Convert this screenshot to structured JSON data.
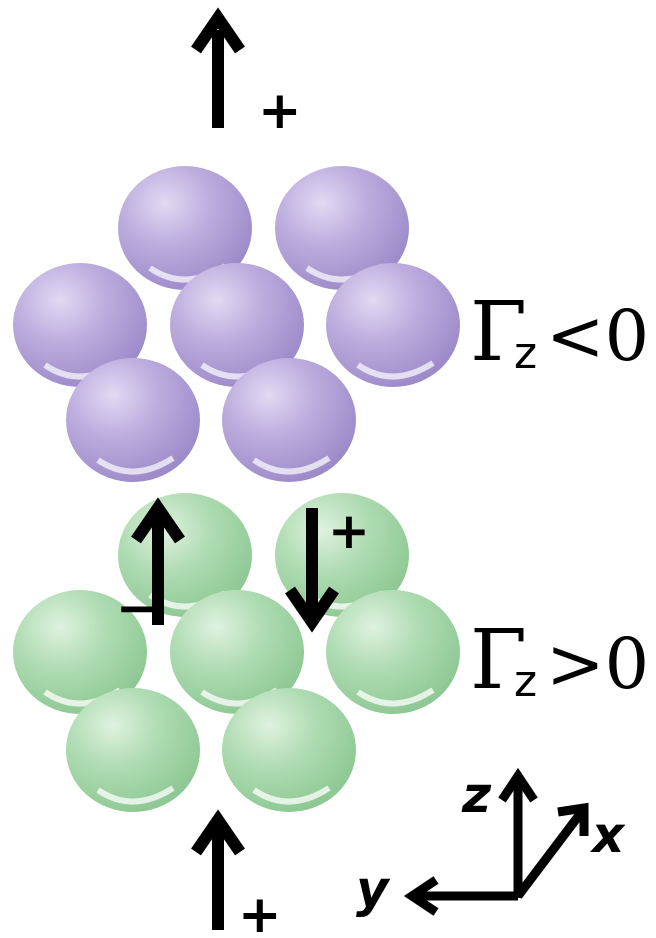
{
  "layers": {
    "top": {
      "label_gamma": "Γ",
      "label_sub": "z",
      "label_cond": "<0",
      "arrow_sign": "+",
      "color_main": "#b6a5d9",
      "color_dark": "#9886c4"
    },
    "bottom": {
      "label_gamma": "Γ",
      "label_sub": "z",
      "label_cond": ">0",
      "arrow_sign": "+",
      "up_arrow_sign": "−",
      "down_arrow_sign": "+",
      "color_main": "#a9d9ad",
      "color_dark": "#86c48c"
    }
  },
  "axes": {
    "z": "z",
    "x": "x",
    "y": "y"
  }
}
